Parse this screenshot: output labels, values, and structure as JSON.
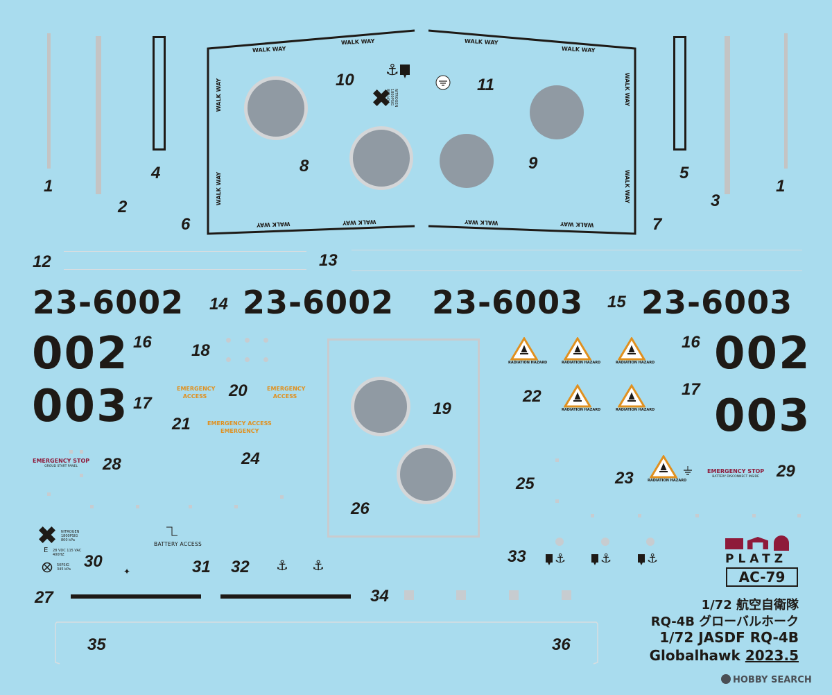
{
  "part_numbers": {
    "n1a": "1",
    "n1b": "1",
    "n2": "2",
    "n3": "3",
    "n4": "4",
    "n5": "5",
    "n6": "6",
    "n7": "7",
    "n8": "8",
    "n9": "9",
    "n10": "10",
    "n11": "11",
    "n12": "12",
    "n13": "13",
    "n14": "14",
    "n15": "15",
    "n16a": "16",
    "n16b": "16",
    "n17a": "17",
    "n17b": "17",
    "n18": "18",
    "n19": "19",
    "n20": "20",
    "n21": "21",
    "n22": "22",
    "n23": "23",
    "n24": "24",
    "n25": "25",
    "n26": "26",
    "n27": "27",
    "n28": "28",
    "n29": "29",
    "n30": "30",
    "n31": "31",
    "n32": "32",
    "n33": "33",
    "n34": "34",
    "n35": "35",
    "n36": "36"
  },
  "walkway_label": "WALK WAY",
  "serials": {
    "s1": "23-6002",
    "s2": "23-6002",
    "s3": "23-6003",
    "s4": "23-6003"
  },
  "tail_numbers": {
    "a": "002",
    "b": "003",
    "c": "002",
    "d": "003"
  },
  "emergency": {
    "access1": "EMERGENCY ACCESS",
    "access2": "EMERGENCY ACCESS",
    "access_long": "EMERGENCY ACCESS",
    "emergency": "EMERGENCY"
  },
  "emergency_stop_left": {
    "title": "EMERGENCY STOP",
    "sub": "GROUD START PANEL"
  },
  "emergency_stop_right": {
    "title": "EMERGENCY STOP",
    "sub": "BATTERY DISCONNECT INSIDE"
  },
  "radiation_label": "RADIATION HAZARD",
  "nitrogen_top": "NITROGEN 1800PSIG 800 kPa",
  "nitrogen_bottom": "NITROGEN 1800PSIG 800 kPa",
  "power_text": "28 VDC 115 VAC 400HZ",
  "pressure_text": "50PSIG 345 kPa",
  "battery_access": "BATTERY ACCESS",
  "brand": {
    "name": "PLATZ",
    "code": "AC-79"
  },
  "product": {
    "line1": "1/72 航空自衛隊",
    "line2": "RQ-4B グローバルホーク",
    "line3": "1/72 JASDF RQ-4B",
    "line4_name": "Globalhawk",
    "line4_date": "2023.5"
  },
  "watermark": "HOBBY SEARCH",
  "colors": {
    "background": "#a9dcee",
    "ink": "#1e1a16",
    "orange": "#e0901f",
    "stop_red": "#8e1a3a",
    "disc_gray": "#909aa3"
  }
}
